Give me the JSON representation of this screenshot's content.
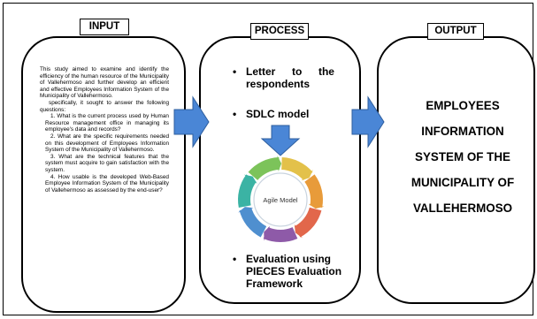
{
  "headers": {
    "input": "INPUT",
    "process": "PROCESS",
    "output": "OUTPUT"
  },
  "input": {
    "intro": "This study aimed to examine and identify the efficiency of the human resource of the Municipality of Vallehermoso and further develop an efficient and effective Employees Information System of the Municipality of Vallehermoso.",
    "lead": "specifically, it sought to answer the following questions:",
    "questions": [
      "1. What is the current process used by Human Resource management office in managing its employee's data and records?",
      "2. What are the specific requirements needed on this development of Employees Information System of the Municipality of Vallehermoso.",
      "3. What are the technical features that the system must acquire to gain satisfaction with the system.",
      "4. How usable is the developed Web-Based Employee Information System of the Municipality of Vallehermoso as assessed by the end-user?"
    ]
  },
  "process": {
    "bullet_symbol": "•",
    "item1": {
      "word1": "Letter",
      "word2": "to",
      "word3": "the",
      "line2": "respondents"
    },
    "item2": "SDLC model",
    "wheel_label": "Agile Model",
    "item3": [
      "Evaluation using",
      "PIECES Evaluation",
      "Framework"
    ]
  },
  "output": {
    "lines": [
      "EMPLOYEES",
      "INFORMATION",
      "SYSTEM OF THE",
      "MUNICIPALITY OF",
      "VALLEHERMOSO"
    ]
  },
  "colors": {
    "arrow_fill": "#4a86d6",
    "arrow_stroke": "#2e5e9e",
    "wheel_segments": [
      "#e3c14a",
      "#e89b3a",
      "#e2674b",
      "#8e5aa8",
      "#4f8fcf",
      "#3bb3a4",
      "#7cc35a"
    ]
  }
}
